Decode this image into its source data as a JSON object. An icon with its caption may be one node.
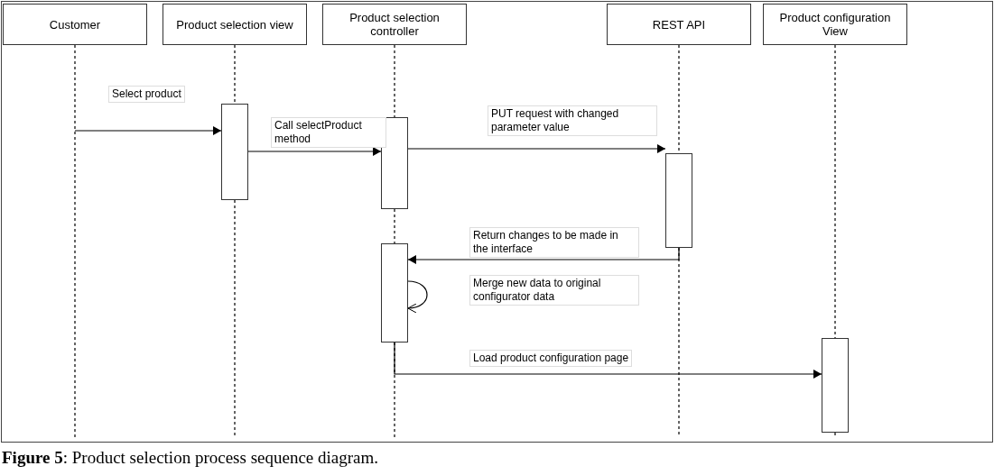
{
  "diagram": {
    "caption": "**Figure 5**: Product selection process sequence diagram.",
    "nodes": [
      {
        "text": [
          "Customer"
        ]
      },
      {
        "text": [
          "Product selection view"
        ]
      },
      {
        "text": [
          "Product selection controller"
        ]
      },
      {
        "text": [
          "REST API"
        ]
      },
      {
        "text": [
          "Product configuration View"
        ]
      },
      {
        "text": [],
        "shape": "bar"
      },
      {
        "text": [],
        "shape": "bar"
      },
      {
        "text": [],
        "shape": "bar"
      },
      {
        "text": [],
        "shape": "bar"
      },
      {
        "text": [],
        "shape": "bar"
      }
    ],
    "edges": [
      {
        "from": null,
        "to": 5,
        "arrow": "to",
        "label": "Select product"
      },
      {
        "from": 5,
        "to": 6,
        "arrow": "to",
        "label": "Call selectProduct method"
      },
      {
        "from": 6,
        "to": 7,
        "arrow": "to",
        "label": "PUT request with changed parameter value"
      },
      {
        "from": 7,
        "to": 8,
        "arrow": "to",
        "label": "Return changes to be made in the interface"
      },
      {
        "from": 8,
        "to": 8,
        "arrow": "to",
        "label": "Merge new data to original configurator data"
      },
      {
        "from": 8,
        "to": 9,
        "arrow": "to",
        "label": "Load product configuration page"
      },
      {
        "from": 0,
        "to": null,
        "arrow": "none",
        "style": "dashed"
      },
      {
        "from": 1,
        "to": 5,
        "arrow": "none",
        "style": "dashed"
      },
      {
        "from": 5,
        "to": null,
        "arrow": "none",
        "style": "dashed"
      },
      {
        "from": 2,
        "to": 6,
        "arrow": "none",
        "style": "dashed"
      },
      {
        "from": 6,
        "to": 8,
        "arrow": "none",
        "style": "dashed"
      },
      {
        "from": 8,
        "to": null,
        "arrow": "none",
        "style": "dashed"
      },
      {
        "from": 3,
        "to": 7,
        "arrow": "none",
        "style": "dashed"
      },
      {
        "from": 7,
        "to": null,
        "arrow": "none",
        "style": "dashed"
      },
      {
        "from": 4,
        "to": 9,
        "arrow": "none",
        "style": "dashed"
      },
      {
        "from": 9,
        "to": null,
        "arrow": "none",
        "style": "dashed"
      }
    ]
  }
}
